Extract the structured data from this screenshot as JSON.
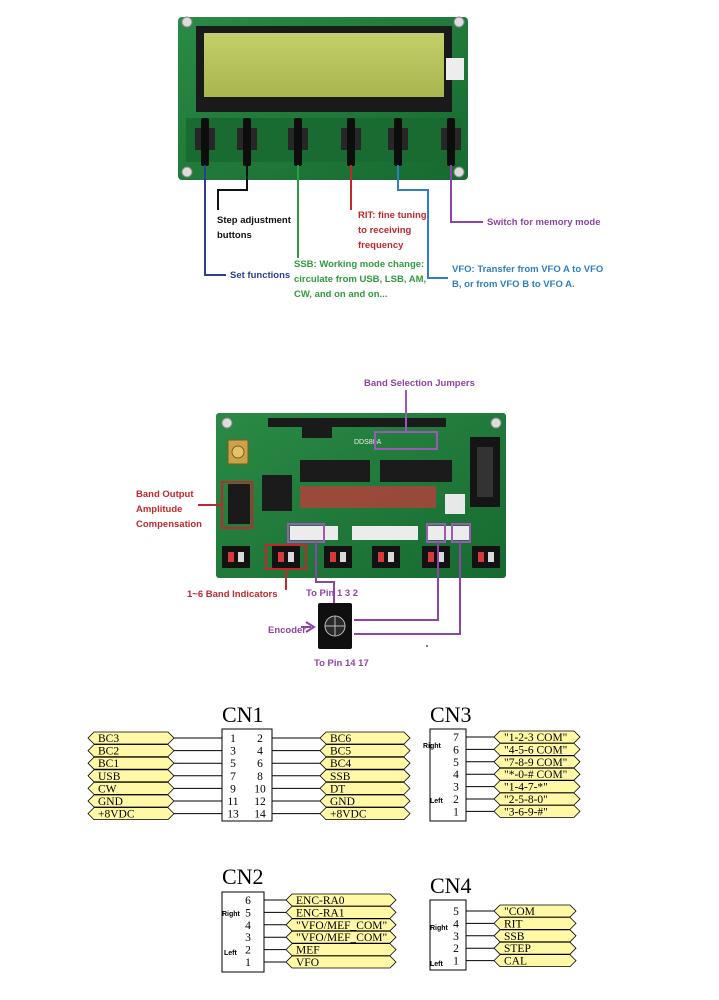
{
  "panel_labels": {
    "step": [
      "Step adjustment",
      "buttons"
    ],
    "rit": [
      "RIT: fine tuning",
      "to receiving",
      "frequency"
    ],
    "memory": "Switch for memory mode",
    "set": "Set functions",
    "ssb": [
      "SSB: Working mode change:",
      "circulate from USB, LSB, AM,",
      "CW, and on and on..."
    ],
    "vfo": [
      "VFO: Transfer from VFO A to VFO",
      "B, or from VFO B to VFO A."
    ]
  },
  "board_labels": {
    "jumpers": "Band Selection Jumpers",
    "amplitude": [
      "Band Output",
      "Amplitude",
      "Compensation"
    ],
    "indicators": "1~6 Band Indicators",
    "to_pin_top": "To Pin  1 3 2",
    "encoder": "Encoder",
    "to_pin_bottom": "To Pin 14 17",
    "board_name": "DDS80A"
  },
  "connectors": {
    "cn1": {
      "title": "CN1",
      "left_signals": [
        "BC3",
        "BC2",
        "BC1",
        "USB",
        "CW",
        "GND",
        "+8VDC"
      ],
      "left_pins": [
        "1",
        "3",
        "5",
        "7",
        "9",
        "11",
        "13"
      ],
      "right_pins": [
        "2",
        "4",
        "6",
        "8",
        "10",
        "12",
        "14"
      ],
      "right_signals": [
        "BC6",
        "BC5",
        "BC4",
        "SSB",
        "DT",
        "GND",
        "+8VDC"
      ]
    },
    "cn3": {
      "title": "CN3",
      "right_label": "Right",
      "left_label": "Left",
      "pins": [
        "7",
        "6",
        "5",
        "4",
        "3",
        "2",
        "1"
      ],
      "signals": [
        "\"1-2-3  COM\"",
        "\"4-5-6  COM\"",
        "\"7-8-9  COM\"",
        "\"*-0-#  COM\"",
        "\"1-4-7-*\"",
        "\"2-5-8-0\"",
        "\"3-6-9-#\""
      ]
    },
    "cn2": {
      "title": "CN2",
      "right_label": "Right",
      "left_label": "Left",
      "pins": [
        "6",
        "5",
        "4",
        "3",
        "2",
        "1"
      ],
      "signals": [
        "ENC-RA0",
        "ENC-RA1",
        "\"VFO/MEF_COM\"",
        "\"VFO/MEF_COM\"",
        "MEF",
        "VFO"
      ]
    },
    "cn4": {
      "title": "CN4",
      "right_label": "Right",
      "left_label": "Left",
      "pins": [
        "5",
        "4",
        "3",
        "2",
        "1"
      ],
      "signals": [
        "\"COM",
        "RIT",
        "SSB",
        "STEP",
        "CAL"
      ]
    }
  },
  "colors": {
    "pcb": "#1f7a3a",
    "lcd": "#b6c35a",
    "tag_fill": "#fff8a6",
    "black_label": "#111111",
    "red_label": "#c0282d",
    "purple_label": "#8e44a6",
    "green_label": "#2e9b3e",
    "blue_label": "#2e7fc2",
    "navy_label": "#2c3e8f"
  }
}
